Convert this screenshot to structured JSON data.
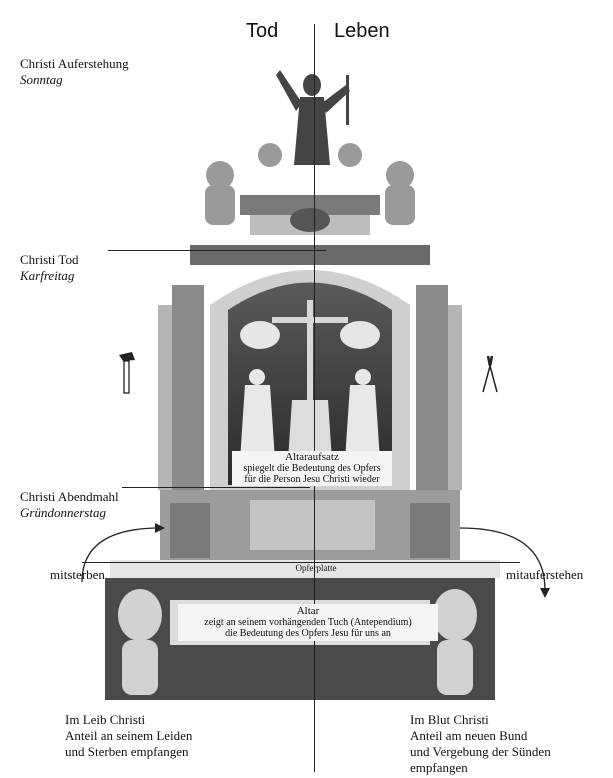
{
  "header": {
    "left": "Tod",
    "right": "Leben"
  },
  "labels": {
    "auferstehung_title": "Christi Auferstehung",
    "auferstehung_day": "Sonntag",
    "tod_title": "Christi Tod",
    "tod_day": "Karfreitag",
    "abendmahl_title": "Christi Abendmahl",
    "abendmahl_day": "Gründonnerstag",
    "mitsterben": "mitsterben",
    "mitauferstehen": "mitauferstehen"
  },
  "altaraufsatz": {
    "title": "Altaraufsatz",
    "line1": "spiegelt die Bedeutung des Opfers",
    "line2": "für die Person Jesu Christi wieder"
  },
  "opferplatte": "Opferplatte",
  "altar": {
    "title": "Altar",
    "line1": "zeigt an seinem vorhängenden Tuch (Antependium)",
    "line2": "die Bedeutung des Opfers Jesu für uns an"
  },
  "bottom_left": {
    "line1": "Im Leib Christi",
    "line2": "Anteil an seinem Leiden",
    "line3": "und Sterben empfangen"
  },
  "bottom_right": {
    "line1": "Im Blut Christi",
    "line2": "Anteil am neuen Bund",
    "line3": "und Vergebung der Sünden",
    "line4": "empfangen"
  },
  "icons": {
    "left": "hammer-icon",
    "right": "pliers-icon"
  }
}
